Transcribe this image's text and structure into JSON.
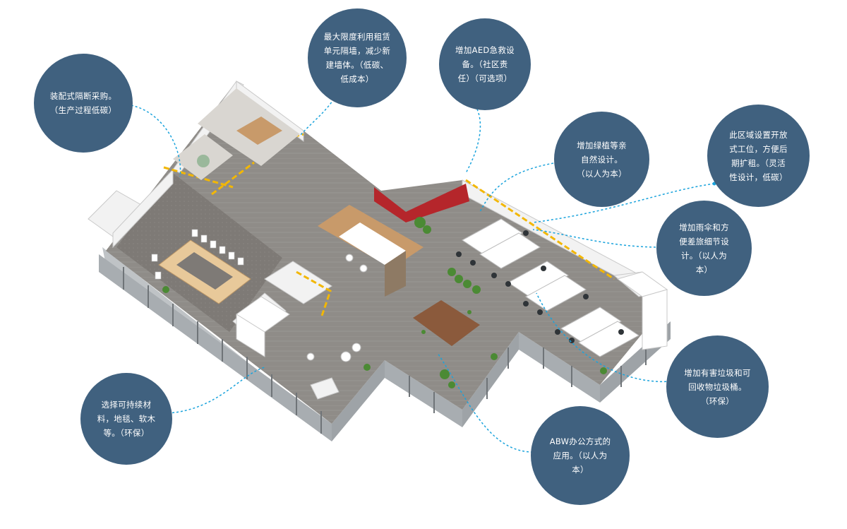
{
  "annotations": [
    {
      "id": "prefab-partitions",
      "text": "装配式隔断采购。\n（生产过程低碳）"
    },
    {
      "id": "reuse-walls",
      "text": "最大限度利用租赁\n单元隔墙，减少新\n建墙体。（低碳、\n低成本）"
    },
    {
      "id": "aed",
      "text": "增加AED急救设\n备。（社区责\n任）（可选项）"
    },
    {
      "id": "greenery",
      "text": "增加绿植等亲\n自然设计。\n（以人为本）"
    },
    {
      "id": "open-stations",
      "text": "此区域设置开放\n式工位，方便后\n期扩租。（灵活\n性设计，低碳）"
    },
    {
      "id": "umbrella-details",
      "text": "增加雨伞和方\n便差旅细节设\n计。（以人为\n本）"
    },
    {
      "id": "waste-bins",
      "text": "增加有害垃圾和可\n回收物垃圾桶。\n（环保）"
    },
    {
      "id": "abw",
      "text": "ABW办公方式的\n应用。（以人为\n本）"
    },
    {
      "id": "sustainable-materials",
      "text": "选择可持续材\n料，地毯、软木\n等。（环保）"
    }
  ],
  "colors": {
    "bubble": "#40617f",
    "leader": "#1aa3dc",
    "floor": "#8f8c88",
    "wall": "#f2f2f2",
    "glass": "#9aa3a8",
    "accent_yellow": "#f2b705",
    "accent_red": "#b5262b",
    "wood": "#c89a6a",
    "plant": "#4b8a34"
  },
  "icons": {
    "floorplan": "isometric-office-floorplan"
  }
}
